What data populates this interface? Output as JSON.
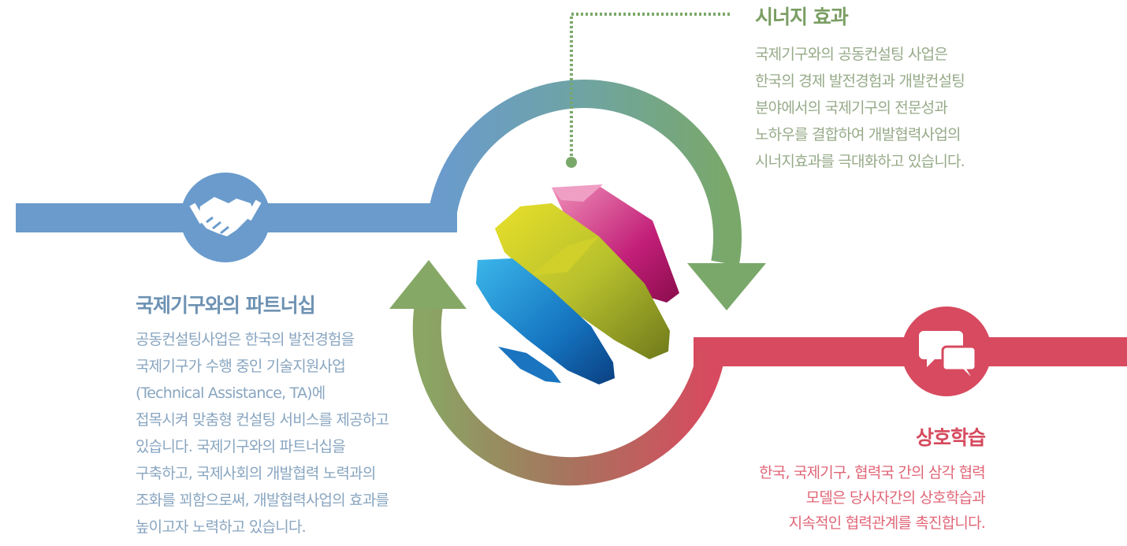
{
  "synergy": {
    "title": "시너지 효과",
    "lines": [
      "국제기구와의 공동컨설팅 사업은",
      "한국의 경제 발전경험과 개발컨설팅",
      "분야에서의 국제기구의 전문성과",
      "노하우를 결합하여 개발협력사업의",
      "시너지효과를 극대화하고 있습니다."
    ]
  },
  "partnership": {
    "title": "국제기구와의 파트너십",
    "lines": [
      "공동컨설팅사업은 한국의 발전경험을",
      "국제기구가 수행 중인 기술지원사업",
      "(Technical Assistance, TA)에",
      "접목시켜 맞춤형 컨설팅 서비스를 제공하고",
      "있습니다. 국제기구와의 파트너십을",
      "구축하고, 국제사회의 개발협력 노력과의",
      "조화를 꾀함으로써, 개발협력사업의 효과를",
      "높이고자 노력하고 있습니다."
    ]
  },
  "mutual": {
    "title": "상호학습",
    "lines": [
      "한국, 국제기구, 협력국 간의 삼각 협력",
      "모델은 당사자간의 상호학습과",
      "지속적인 협력관계를 촉진합니다."
    ]
  },
  "icons": {
    "partnership_icon": "handshake-icon",
    "mutual_icon": "chat-bubbles-icon"
  },
  "colors": {
    "blue": "#6a9bcc",
    "green": "#7aa86a",
    "red": "#d74a5f",
    "teal": "#5fa6b0"
  }
}
